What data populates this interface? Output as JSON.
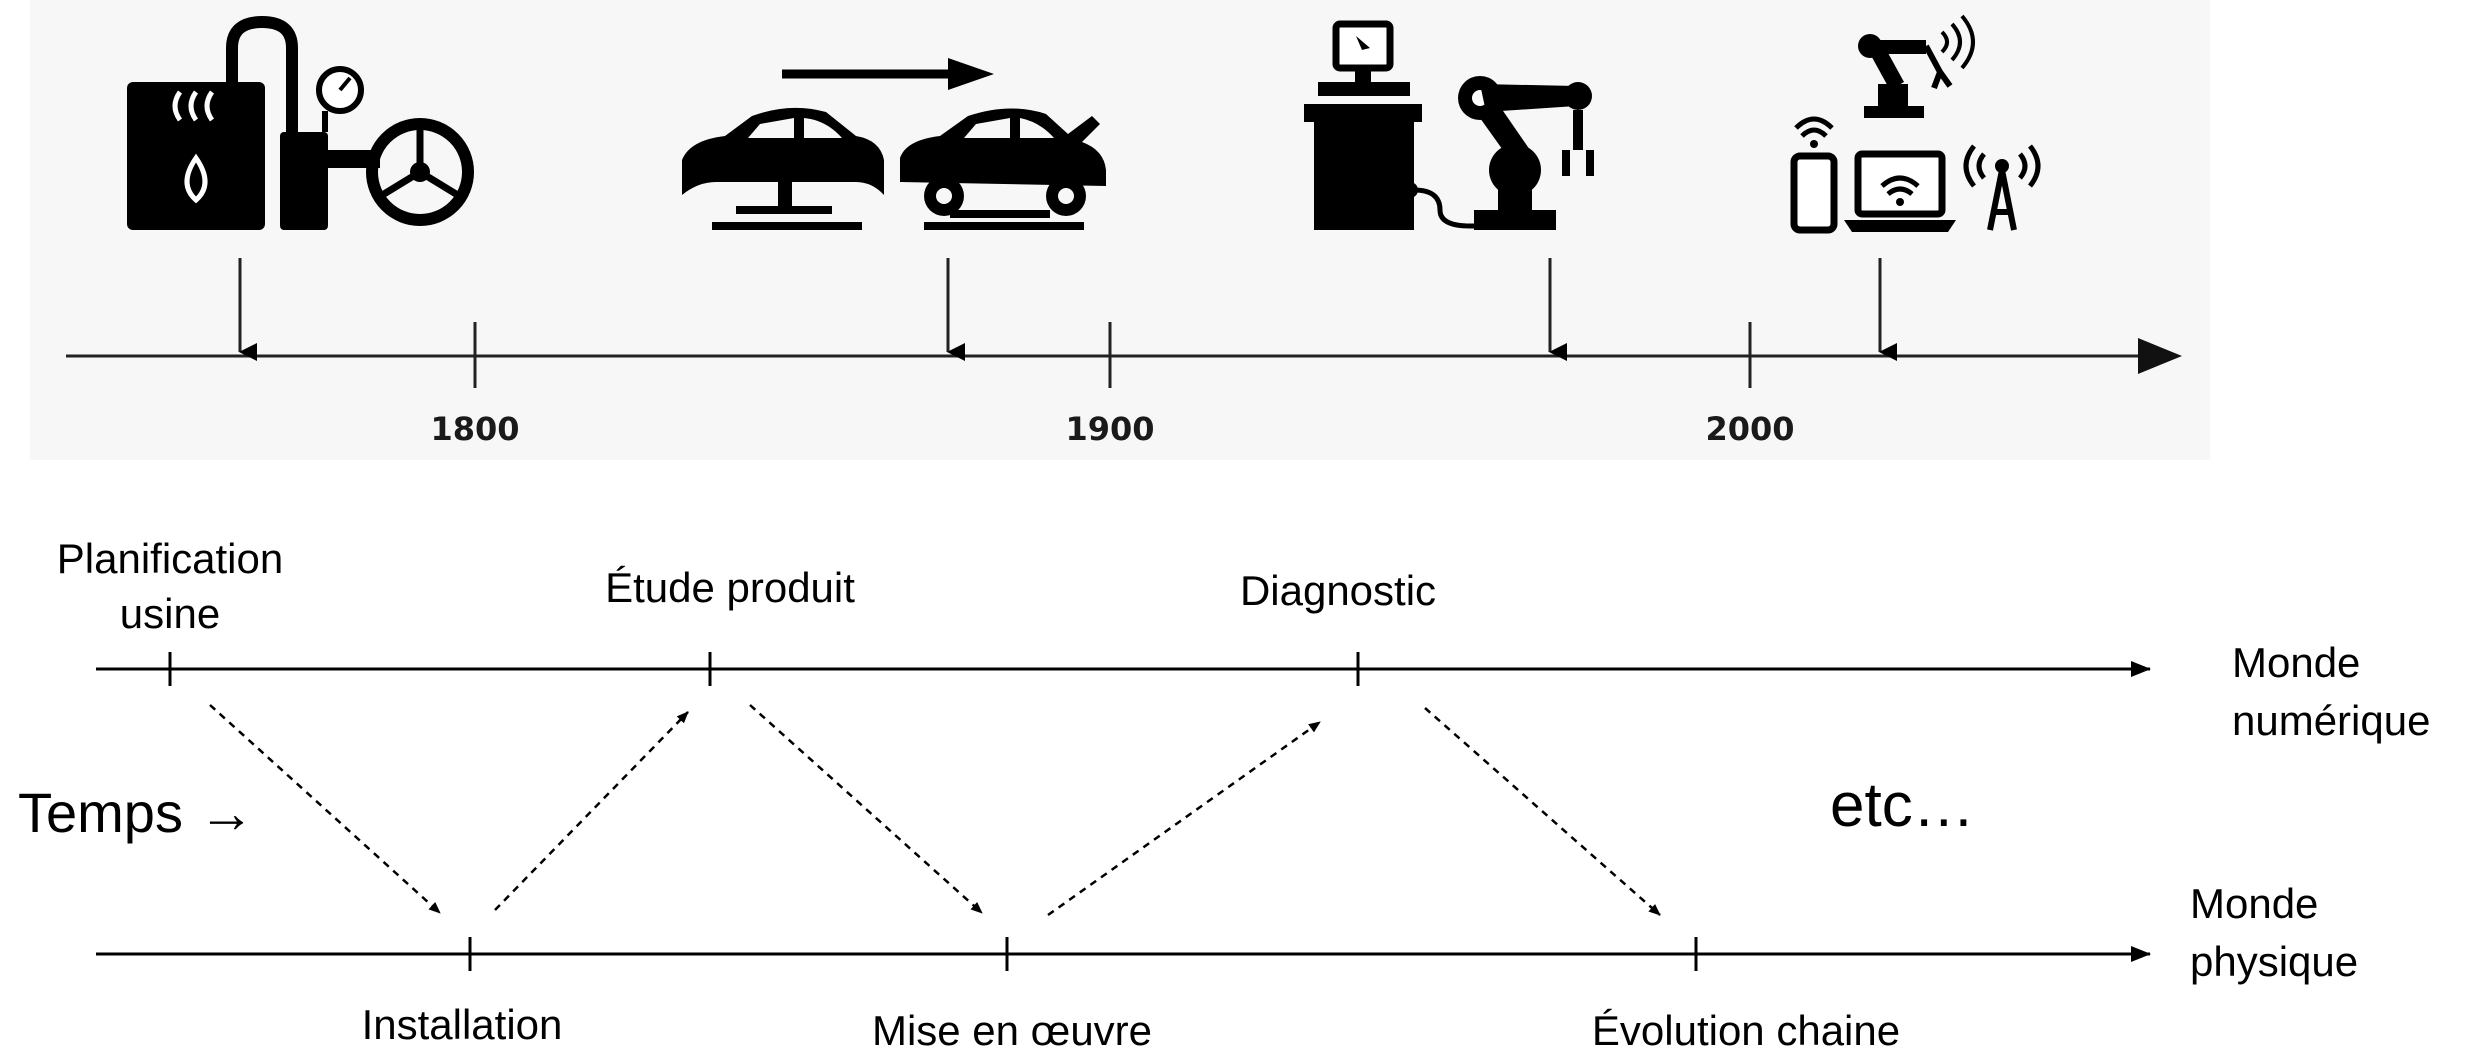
{
  "top_timeline": {
    "years": [
      "1800",
      "1900",
      "2000"
    ],
    "icons": {
      "steam": "steam-engine-icon",
      "assembly": "assembly-line-icon",
      "automation": "computer-robot-arm-icon",
      "digital": "connected-devices-icon"
    }
  },
  "bottom_timeline": {
    "digital_world_label": [
      "Monde",
      "numérique"
    ],
    "physical_world_label": [
      "Monde",
      "physique"
    ],
    "time_label": "Temps →",
    "etc_label": "etc…",
    "digital_events": [
      {
        "lines": [
          "Planification",
          "usine"
        ]
      },
      {
        "lines": [
          "Étude produit"
        ]
      },
      {
        "lines": [
          "Diagnostic"
        ]
      }
    ],
    "physical_events": [
      {
        "label": "Installation"
      },
      {
        "label": "Mise en œuvre"
      },
      {
        "label": "Évolution chaine"
      }
    ]
  }
}
